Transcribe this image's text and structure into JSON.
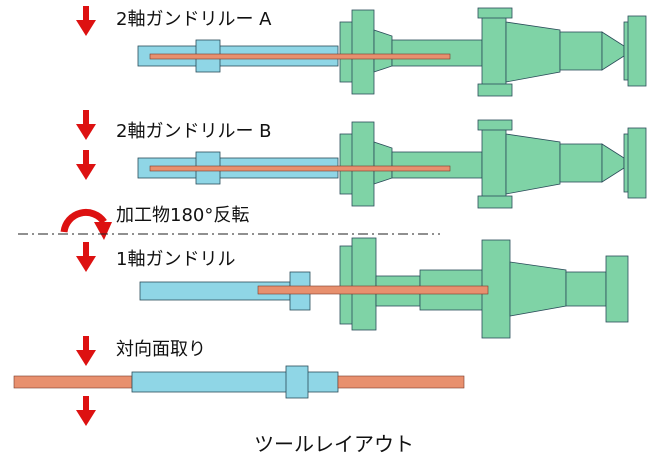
{
  "steps": [
    {
      "label": "2軸ガンドリルー A"
    },
    {
      "label": "2軸ガンドリルー B"
    },
    {
      "label": "加工物180°反転"
    },
    {
      "label": "1軸ガンドリル"
    },
    {
      "label": "対向面取り"
    }
  ],
  "caption": "ツールレイアウト",
  "colors": {
    "spindle": "#8fd6e6",
    "housing": "#7fd3a6",
    "tool": "#e8906e",
    "arrow": "#dd1111",
    "outline": "#2b4d5a"
  }
}
